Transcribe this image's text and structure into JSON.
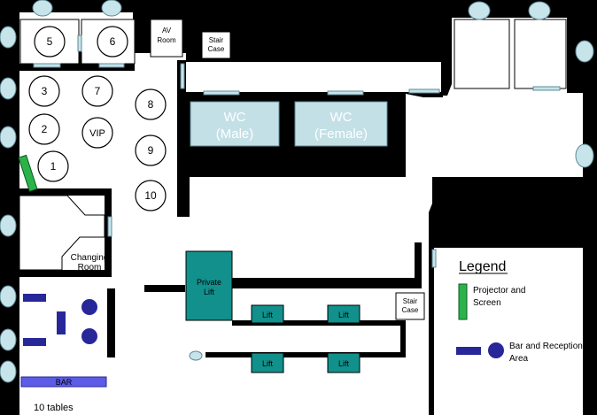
{
  "colors": {
    "wall": "#000000",
    "wc_fill": "#c3e0e7",
    "lift_fill": "#11908c",
    "bar_fill": "#27279a",
    "bar_strip": "#5c5ce6",
    "projector": "#2bb34a",
    "window_fill": "#c7e4ea",
    "window_stroke": "#5f8a96"
  },
  "tables": [
    "5",
    "6",
    "3",
    "7",
    "8",
    "2",
    "VIP",
    "9",
    "1",
    "10"
  ],
  "rooms": {
    "av_room": [
      "AV",
      "Room"
    ],
    "stair_top": [
      "Stair",
      "Case"
    ],
    "stair_right": [
      "Stair",
      "Case"
    ],
    "changing_room": [
      "Changing",
      "Room"
    ],
    "wc_male": [
      "WC",
      "(Male)"
    ],
    "wc_female": [
      "WC",
      "(Female)"
    ],
    "private_lift": [
      "Private",
      "Lift"
    ],
    "lifts": [
      "Lift",
      "Lift",
      "Lift",
      "Lift"
    ],
    "bar": "BAR",
    "small_mark": "5"
  },
  "legend": {
    "title": "Legend",
    "projector": [
      "Projector and",
      "Screen"
    ],
    "bar": [
      "Bar and Reception",
      "Area"
    ]
  },
  "footer": "10 tables"
}
